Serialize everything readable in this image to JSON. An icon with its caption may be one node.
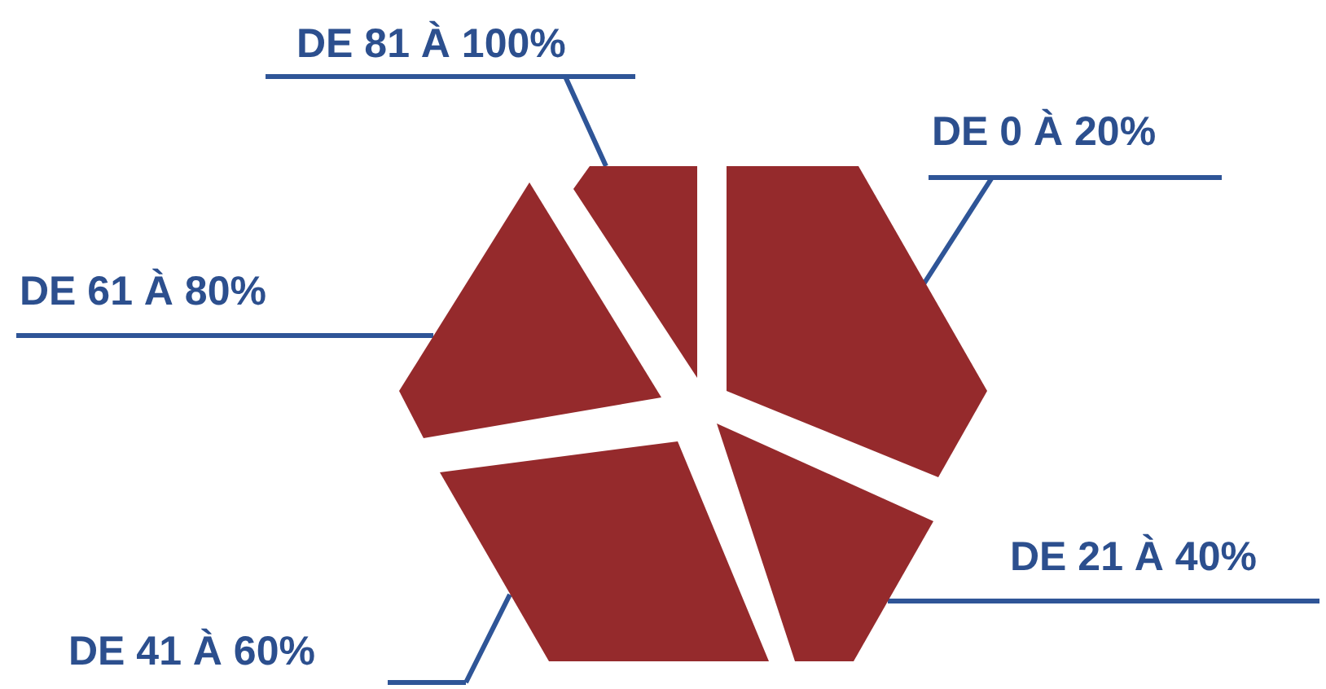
{
  "diagram": {
    "nodes": [
      {
        "text": [
          "DE 81 À 100%"
        ]
      },
      {
        "text": [
          "DE 0 À 20%"
        ]
      },
      {
        "text": [
          "DE 61 À 80%"
        ]
      },
      {
        "text": [
          "DE 21 À 40%"
        ]
      },
      {
        "text": [
          "DE 41 À 60%"
        ]
      },
      {
        "text": [],
        "shape": "picture"
      },
      {
        "text": [],
        "shape": "picture"
      },
      {
        "text": [],
        "shape": "picture"
      },
      {
        "text": [],
        "shape": "picture"
      },
      {
        "text": [],
        "shape": "picture"
      }
    ],
    "edges": [
      {
        "from": 0,
        "to": 5,
        "arrow": "none"
      },
      {
        "from": 1,
        "to": 6,
        "arrow": "none"
      },
      {
        "from": 2,
        "to": 7,
        "arrow": "none"
      },
      {
        "from": 3,
        "to": 8,
        "arrow": "none"
      },
      {
        "from": 4,
        "to": 9,
        "arrow": "none"
      }
    ]
  }
}
